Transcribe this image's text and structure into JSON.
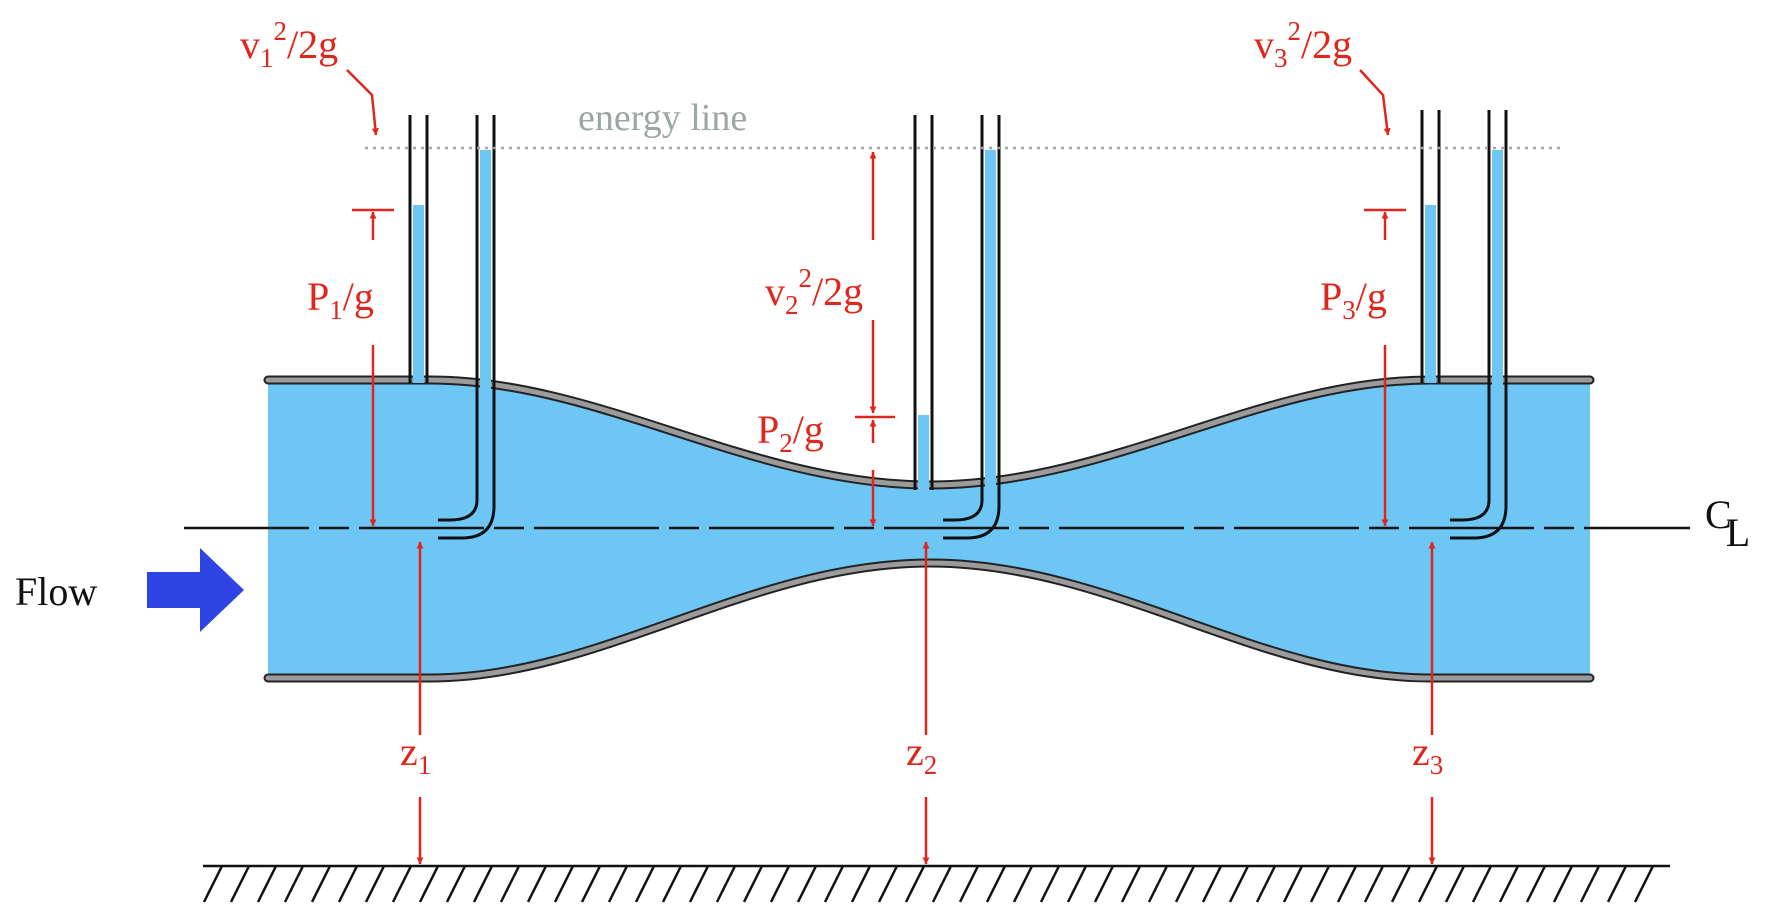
{
  "labels": {
    "v1": {
      "base": "v",
      "sub": "1",
      "sup": "2",
      "tail": "/2g"
    },
    "v2": {
      "base": "v",
      "sub": "2",
      "sup": "2",
      "tail": "/2g"
    },
    "v3": {
      "base": "v",
      "sub": "3",
      "sup": "2",
      "tail": "/2g"
    },
    "p1": {
      "base": "P",
      "sub": "1",
      "tail": "/g"
    },
    "p2": {
      "base": "P",
      "sub": "2",
      "tail": "/g"
    },
    "p3": {
      "base": "P",
      "sub": "3",
      "tail": "/g"
    },
    "z1": {
      "base": "z",
      "sub": "1"
    },
    "z2": {
      "base": "z",
      "sub": "2"
    },
    "z3": {
      "base": "z",
      "sub": "3"
    },
    "energy_line": "energy line",
    "flow": "Flow",
    "centerline": {
      "c": "C",
      "l": "L"
    }
  },
  "colors": {
    "water": "#6ec6f5",
    "pipe_wall": "#9b9b9b",
    "annotation": "#e0261c",
    "flow_arrow": "#2e45e3",
    "energy_line": "#9aa7a6"
  }
}
